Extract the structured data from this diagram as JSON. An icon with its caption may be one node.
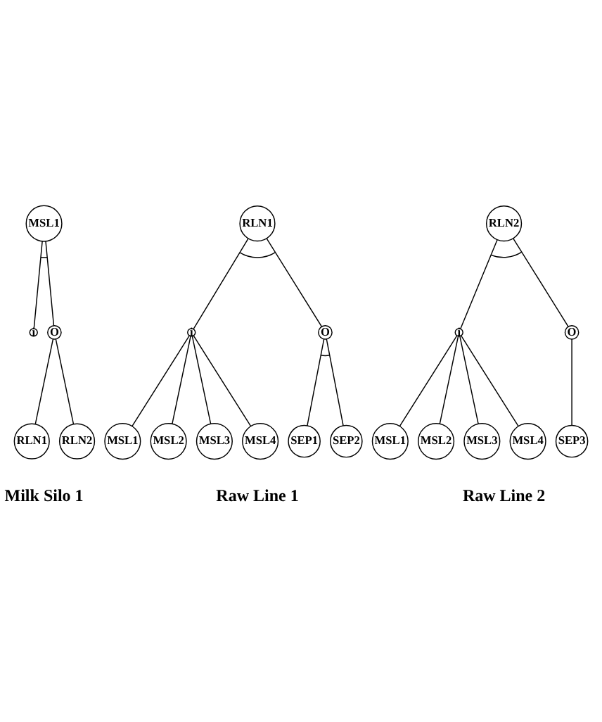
{
  "diagram": {
    "nodes": [
      {
        "text": [
          "MSL1"
        ]
      },
      {
        "text": [
          "i"
        ]
      },
      {
        "text": [
          "O"
        ]
      },
      {
        "text": [
          "RLN1"
        ]
      },
      {
        "text": [
          "RLN2"
        ]
      },
      {
        "text": [
          "RLN1"
        ]
      },
      {
        "text": [
          "i"
        ]
      },
      {
        "text": [
          "O"
        ]
      },
      {
        "text": [
          "MSL1"
        ]
      },
      {
        "text": [
          "MSL2"
        ]
      },
      {
        "text": [
          "MSL3"
        ]
      },
      {
        "text": [
          "MSL4"
        ]
      },
      {
        "text": [
          "SEP1"
        ]
      },
      {
        "text": [
          "SEP2"
        ]
      },
      {
        "text": [
          "RLN2"
        ]
      },
      {
        "text": [
          "i"
        ]
      },
      {
        "text": [
          "O"
        ]
      },
      {
        "text": [
          "MSL1"
        ]
      },
      {
        "text": [
          "MSL2"
        ]
      },
      {
        "text": [
          "MSL3"
        ]
      },
      {
        "text": [
          "MSL4"
        ]
      },
      {
        "text": [
          "SEP3"
        ]
      }
    ],
    "edges": [
      {
        "from": 0,
        "to": 1,
        "arrow": "none"
      },
      {
        "from": 0,
        "to": 2,
        "arrow": "none"
      },
      {
        "from": 2,
        "to": 3,
        "arrow": "none"
      },
      {
        "from": 2,
        "to": 4,
        "arrow": "none"
      },
      {
        "from": 5,
        "to": 6,
        "arrow": "none"
      },
      {
        "from": 5,
        "to": 7,
        "arrow": "none"
      },
      {
        "from": 6,
        "to": 8,
        "arrow": "none"
      },
      {
        "from": 6,
        "to": 9,
        "arrow": "none"
      },
      {
        "from": 6,
        "to": 10,
        "arrow": "none"
      },
      {
        "from": 6,
        "to": 11,
        "arrow": "none"
      },
      {
        "from": 7,
        "to": 12,
        "arrow": "none"
      },
      {
        "from": 7,
        "to": 13,
        "arrow": "none"
      },
      {
        "from": 14,
        "to": 15,
        "arrow": "none"
      },
      {
        "from": 14,
        "to": 16,
        "arrow": "none"
      },
      {
        "from": 15,
        "to": 17,
        "arrow": "none"
      },
      {
        "from": 15,
        "to": 18,
        "arrow": "none"
      },
      {
        "from": 15,
        "to": 19,
        "arrow": "none"
      },
      {
        "from": 15,
        "to": 20,
        "arrow": "none"
      },
      {
        "from": 16,
        "to": 21,
        "arrow": "none"
      }
    ],
    "labels": [
      "Milk Silo 1",
      "Raw Line 1",
      "Raw Line 2"
    ]
  }
}
